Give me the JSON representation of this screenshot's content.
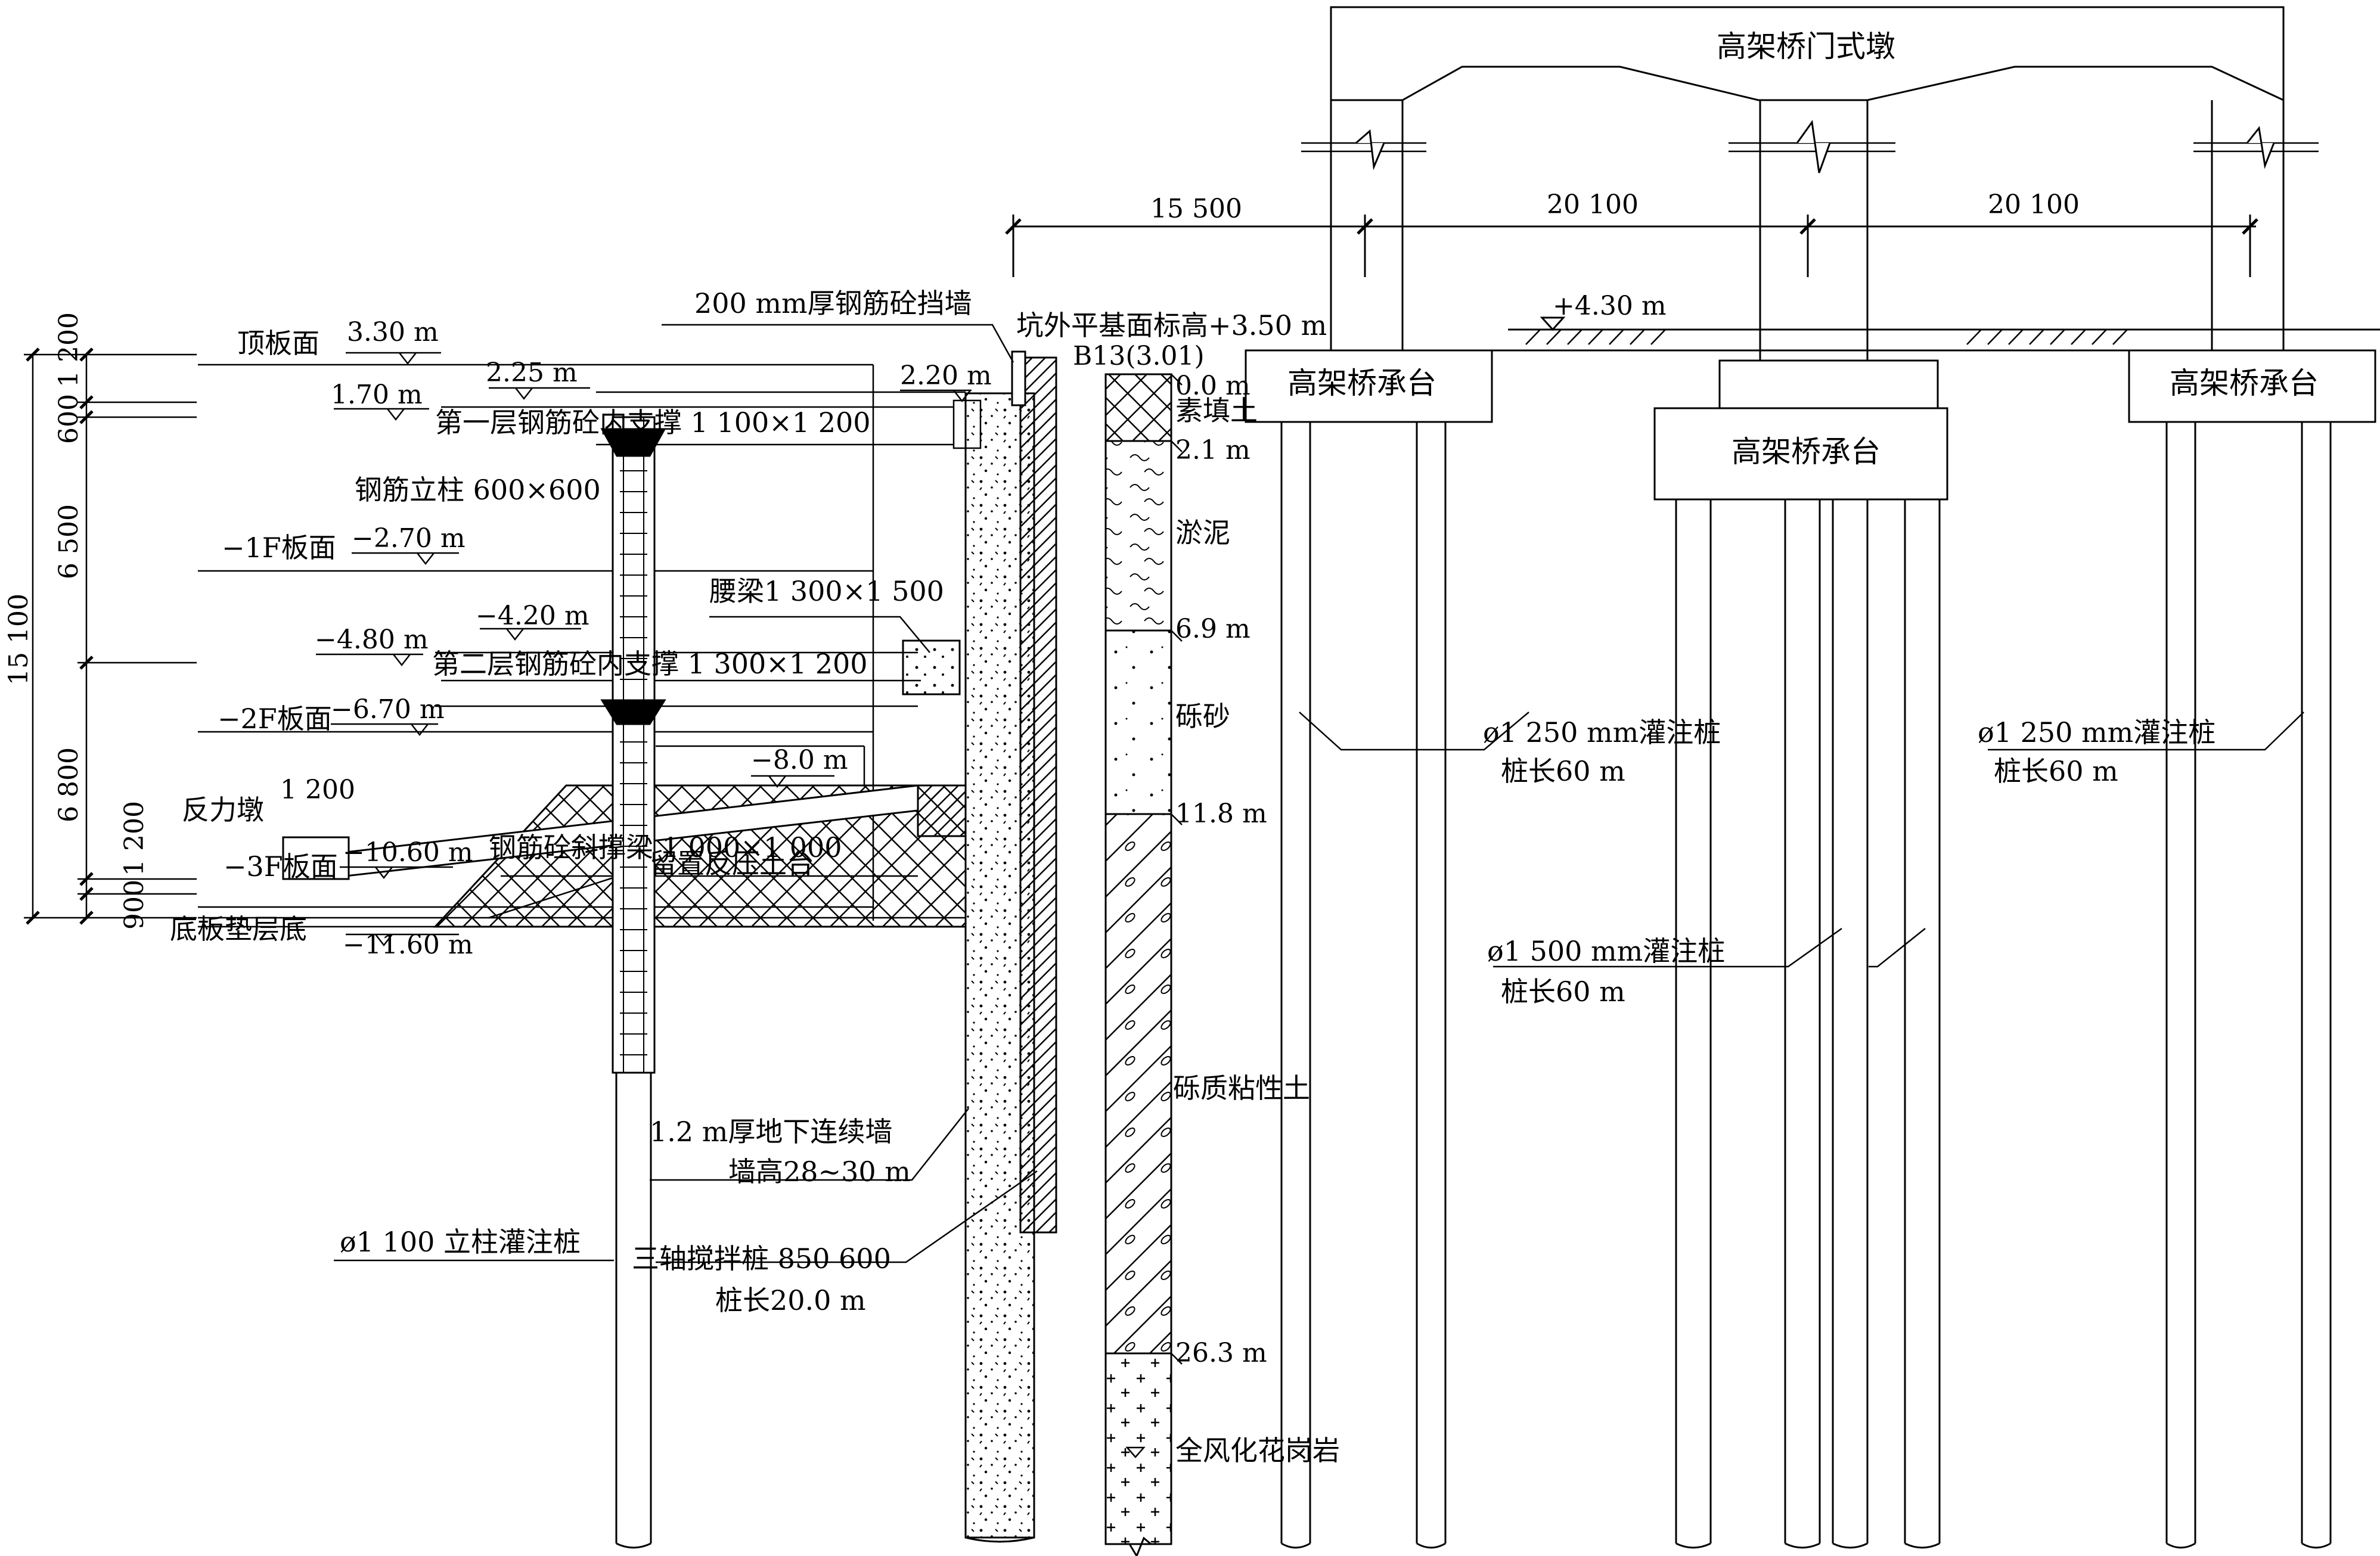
{
  "bridge": {
    "title": "高架桥门式墩",
    "span_left": "15 500",
    "span_mid": "20 100",
    "span_right": "20 100",
    "ground_level": "+4.30 m",
    "cap_left": "高架桥承台",
    "cap_mid": "高架桥承台",
    "cap_right": "高架桥承台",
    "pile_a_spec": "ø1 250 mm灌注桩",
    "pile_a_len": "桩长60 m",
    "pile_c_spec": "ø1 250 mm灌注桩",
    "pile_c_len": "桩长60 m",
    "pile_b_spec": "ø1 500 mm灌注桩",
    "pile_b_len": "桩长60 m"
  },
  "pit": {
    "retaining_wall": "200 mm厚钢筋砼挡墙",
    "outside_level": "坑外平基面标高+3.50 m",
    "borehole": "B13(3.01)",
    "top_slab": "顶板面",
    "top_slab_level": "3.30 m",
    "level_225": "2.25 m",
    "level_220": "2.20 m",
    "level_170": "1.70 m",
    "strut1": "第一层钢筋砼内支撑 1 100×1 200",
    "column": "钢筋立柱  600×600",
    "b1_slab": "−1F板面",
    "b1_level": "−2.70 m",
    "waler": "腰梁1 300×1 500",
    "level_420": "−4.20 m",
    "level_480": "−4.80 m",
    "strut2": "第二层钢筋砼内支撑 1 300×1 200",
    "b2_slab": "−2F板面",
    "b2_level": "−6.70 m",
    "level_80": "−8.0 m",
    "dim_1200": "1 200",
    "reaction_pier": "反力墩",
    "inclined_strut": "钢筋砼斜撑梁 1 000×1 000",
    "berm": "留置反压土台",
    "b3_slab": "−3F板面",
    "b3_level": "−10.60 m",
    "base_cushion": "底板垫层底",
    "base_level": "−11.60 m",
    "dwall": "1.2 m厚地下连续墙",
    "dwall_height": "墙高28~30 m",
    "column_pile": "ø1 100 立柱灌注桩",
    "smw_pile": "三轴搅拌桩 850 600",
    "smw_len": "桩长20.0 m"
  },
  "dims": {
    "total": "15 100",
    "d1": "1 200",
    "d2": "600",
    "d3": "6 500",
    "d4": "6 800",
    "d5": "1 200",
    "d6": "900"
  },
  "strata": {
    "d0": "0.0 m",
    "fill": "素填土",
    "d1": "2.1 m",
    "silt": "淤泥",
    "d2": "6.9 m",
    "gravel_sand": "砾砂",
    "d3": "11.8 m",
    "gravelly_clay": "砾质粘性土",
    "d4": "26.3 m",
    "granite": "全风化花岗岩"
  }
}
